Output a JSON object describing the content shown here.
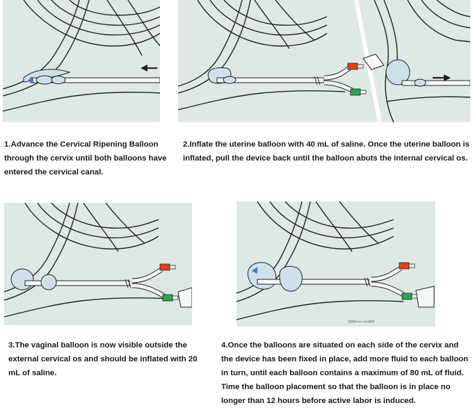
{
  "steps": [
    {
      "caption": "1.Advance the Cervical Ripening Balloon through the cervix until both balloons have entered the cervical canal."
    },
    {
      "caption": "2.Inflate the uterine balloon with 40 mL of saline. Once the uterine balloon is inflated, pull the device back until the balloon abuts the internal cervical os."
    },
    {
      "caption": "3.The vaginal balloon is now visible outside the external cervical os and should be inflated with 20 mL of saline."
    },
    {
      "caption": "4.Once the balloons are situated on each side of the cervix and the device has been fixed in place, add more fluid to each balloon in turn, until each balloon contains a maximum of 80 mL of fluid. Time the balloon placement so that the balloon is in place no longer than 12 hours before active labor is induced."
    }
  ],
  "colors": {
    "panel_bg": "#dce9e4",
    "anatomy_line": "#222222",
    "balloon_fill": "#cfe0ea",
    "valve_red": "#e0401a",
    "valve_green": "#2aa84a"
  },
  "credit": "本图由Lilac Clark制作"
}
